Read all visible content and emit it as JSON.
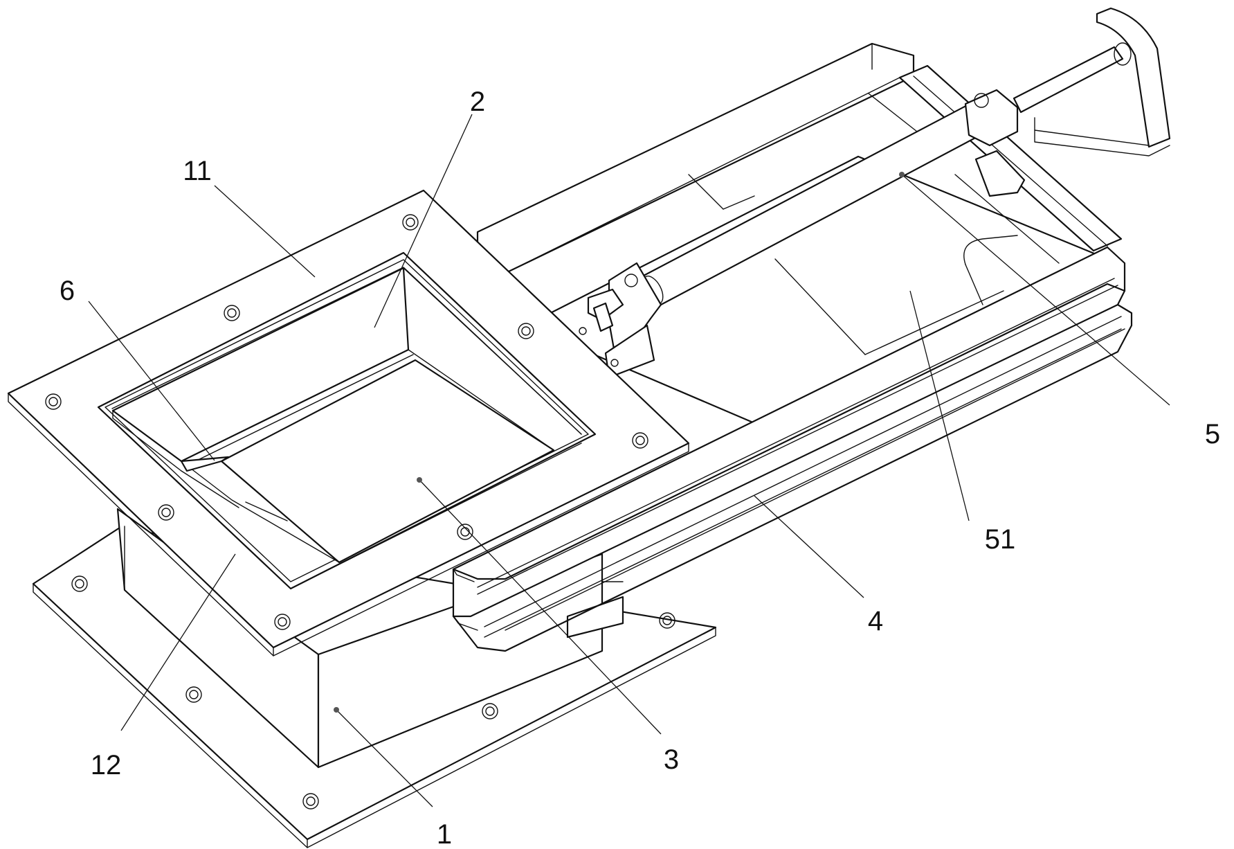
{
  "labels": [
    {
      "id": "label-1",
      "text": "1"
    },
    {
      "id": "label-2",
      "text": "2"
    },
    {
      "id": "label-3",
      "text": "3"
    },
    {
      "id": "label-4",
      "text": "4"
    },
    {
      "id": "label-5",
      "text": "5"
    },
    {
      "id": "label-6",
      "text": "6"
    },
    {
      "id": "label-11",
      "text": "11"
    },
    {
      "id": "label-12",
      "text": "12"
    },
    {
      "id": "label-51",
      "text": "51"
    }
  ]
}
